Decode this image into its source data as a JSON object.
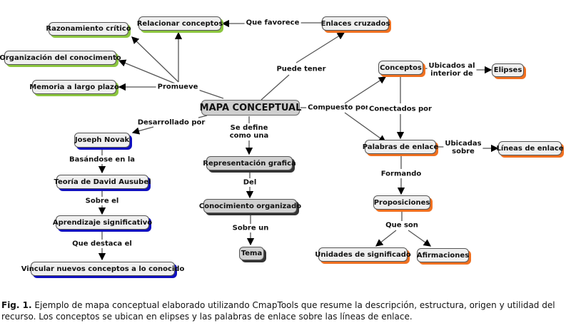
{
  "concept_map": {
    "root": "MAPA CONCEPTUAL",
    "nodes": {
      "razonamiento": "Razonamiento crítico",
      "relacionar": "Relacionar  conceptos",
      "enlaces_cruzados": "Enlaces cruzados",
      "organizacion": "Organización del conocimento",
      "memoria": "Memoria a largo plazo",
      "conceptos": "Conceptos",
      "elipses": "Elipses",
      "palabras": "Palabras de enlace",
      "lineas": "Líneas de enlace",
      "proposiciones": "Proposiciones",
      "unidades": "Unidades de significado",
      "afirmaciones": "Afirmaciones",
      "novak": "Joseph Novak",
      "ausubel": "Teoría de David Ausubel",
      "aprendizaje": "Aprendizaje significativo",
      "vincular": "Vincular nuevos conceptos a lo conocido",
      "representacion": "Representación grafica",
      "conocimiento": "Conocimiento organizado",
      "tema": "Tema"
    },
    "links": {
      "promueve": "Promueve",
      "que_favorece": "Que favorece",
      "puede_tener": "Puede tener",
      "compuesto_por": "Compuesto por",
      "ubicados_al": "Ubicados al\ninterior de",
      "conectados_por": "Conectados por",
      "ubicadas_sobre": "Ubicadas\nsobre",
      "formando": "Formando",
      "que_son": "Que son",
      "desarrollado_por": "Desarrollado por",
      "basandose": "Basándose en la",
      "sobre_el": "Sobre el",
      "que_destaca": "Que destaca el",
      "se_define": "Se define\ncomo una",
      "del": "Del",
      "sobre_un": "Sobre un"
    },
    "colors": {
      "green": "#8cc63f",
      "orange": "#f07020",
      "blue": "#1010c0",
      "gray": "#333333"
    }
  },
  "caption": {
    "label": "Fig. 1.",
    "text": " Ejemplo de mapa conceptual elaborado utilizando CmapTools que resume la descripción, estructura, origen y utilidad del recurso. Los conceptos se ubican en elipses y las palabras de enlace sobre las líneas de enlace."
  }
}
